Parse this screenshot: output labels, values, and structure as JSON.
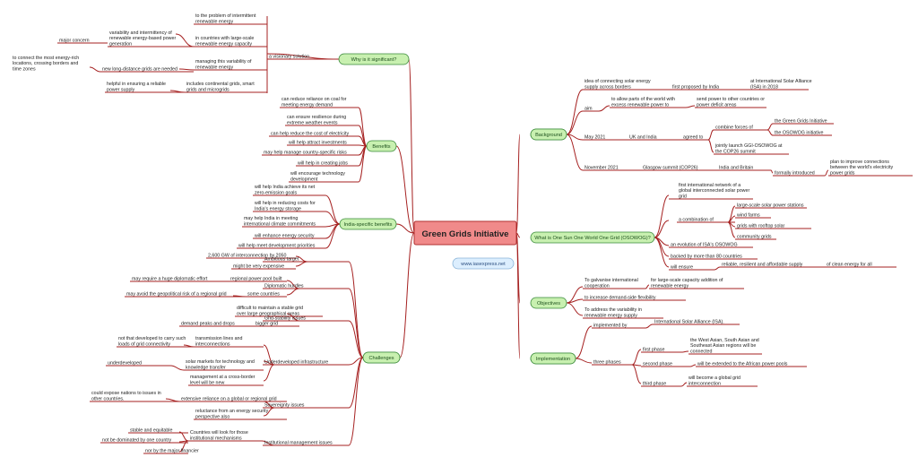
{
  "colors": {
    "edge": "#a52020",
    "root_fill": "#f08a8a",
    "root_border": "#b03030",
    "topic_fill": "#c8f0b0",
    "topic_border": "#3a8a3a",
    "link_fill": "#dceefe",
    "link_border": "#8ab4d8",
    "link_text": "#2c4f80"
  },
  "root": "Green Grids Initiative",
  "website": "www.iasexpress.net",
  "topics": {
    "why": "Why is it significant?",
    "benefits": "Benefits",
    "india": "India-specific benefits",
    "challenges": "Challenges",
    "background": "Background",
    "osowog": "What is One Sun One World One Grid (OSOWOG)?",
    "objectives": "Objectives",
    "implementation": "Implementation"
  },
  "why": {
    "visionary": "a visionary solution",
    "problem": [
      "to the problem of intermittent",
      "renewable energy"
    ],
    "variability": [
      "variability and intermittency of",
      "renewable energy-based power",
      "generation"
    ],
    "major_concern": "major concern",
    "large_scale": [
      "in countries with large-scale",
      "renewable energy capacity"
    ],
    "managing": [
      "managing this variability of",
      "renewable energy"
    ],
    "connect": [
      "to connect the most energy-rich",
      "locations, crossing borders and",
      "time zones"
    ],
    "long_distance": "new long-distance grids are needed",
    "helpful": [
      "helpful in ensuring a reliable",
      "power supply"
    ],
    "includes": [
      "includes continental grids, smart",
      "grids and microgrids"
    ]
  },
  "benefits": {
    "coal": [
      "can reduce reliance on coal for",
      "meeting energy demand"
    ],
    "resilience": [
      "can ensure resilience during",
      "extreme weather events"
    ],
    "cost": "can help reduce the cost of electricity",
    "investments": "will help attract investments",
    "risks": "may help manage country-specific risks",
    "jobs": "will help in creating jobs",
    "tech": [
      "will encourage technology",
      "development"
    ]
  },
  "india": {
    "net_zero": [
      "will help India achieve its net",
      "zero-emission goals"
    ],
    "storage": [
      "will help in reducing costs for",
      "India's energy storage"
    ],
    "climate": [
      "may help India in meeting",
      "international climate commitments"
    ],
    "security": "will enhance energy security",
    "priorities": "will help meet development priorities"
  },
  "challenges": {
    "ambitious": "Ambitious target",
    "gw": "2,600 GW of interconnection by 2050",
    "expensive": "might be very expensive",
    "diplomatic": "Diplomatic hurdles",
    "regional_pool": "regional power pool built",
    "huge_effort": "may require a huge diplomatic effort",
    "some_countries": "some countries",
    "avoid_risk": "may avoid the geopolitical risk of a regional grid",
    "grid_stability": "Grid-stability issues",
    "difficult": [
      "difficult to maintain a stable grid",
      "over large geographical areas"
    ],
    "bigger_grid": "bigger grid",
    "demand_peaks": "demand peaks and drops",
    "infrastructure": "Underdeveloped infrastructure",
    "not_developed": [
      "not that developed to carry such",
      "loads of grid connectivity"
    ],
    "transmission": [
      "transmission lines and",
      "interconnections"
    ],
    "underdeveloped": "underdeveloped",
    "solar_markets": [
      "solar markets for technology and",
      "knowledge transfer"
    ],
    "management": [
      "management at a cross-border",
      "level will be new"
    ],
    "sovereignty": "Sovereignty issues",
    "expose": [
      "could expose nations to issues in",
      "other countries."
    ],
    "reliance": "extensive reliance on a global or regional grid",
    "reluctance": [
      "reluctance from an energy security",
      "perspective also"
    ],
    "institutional": "Institutional management issues",
    "look_for": [
      "Countries will look for those",
      "institutional mechanisms"
    ],
    "stable": "stable and equitable",
    "not_one": "not be dominated by one country",
    "financier": "nor by the major financier"
  },
  "background": {
    "idea": [
      "idea of connecting solar energy",
      "supply across borders"
    ],
    "proposed": "first proposed by India",
    "isa_2018": [
      "at International Solar Alliance",
      "(ISA) in 2018"
    ],
    "aim": "aim",
    "allow": [
      "to allow parts of the world with",
      "excess renewable power to"
    ],
    "send": [
      "send power to other countries or",
      "power deficit areas"
    ],
    "may2021": "May 2021",
    "uk_india": "UK and India",
    "agreed": "agreed to",
    "combine": "combine forces of",
    "ggi": "the Green Grids Initiative",
    "osowog_init": "the OSOWOG initiative",
    "jointly": [
      "jointly launch GGI-OSOWOG at",
      "the COP26 summit"
    ],
    "nov2021": "November 2021",
    "glasgow": "Glasgow summit (COP26)",
    "india_britain": "India and Britain",
    "formally": "formally introduced",
    "plan": [
      "plan to improve connections",
      "between the world's electricity",
      "power grids"
    ]
  },
  "osowog": {
    "first_network": [
      "first international network of a",
      "global interconnected solar power",
      "grid"
    ],
    "combination": "a combination of",
    "solar_stations": "large-scale solar power stations",
    "wind": "wind farms",
    "rooftop": "grids with rooftop solar",
    "community": "community grids",
    "evolution": "an evolution of ISA's OSOWOG",
    "backed": "backed by more than 80 countries",
    "ensure": "will ensure",
    "reliable": "reliable, resilient and affordable supply",
    "clean": "of clean energy for all"
  },
  "objectives": {
    "galvanise": [
      "To galvanise international",
      "cooperation"
    ],
    "large_scale": [
      "for large-scale capacity addition of",
      "renewable energy"
    ],
    "flexibility": "to increase demand-side flexibility",
    "variability": [
      "To address the variability in",
      "renewable energy supply"
    ]
  },
  "implementation": {
    "implemented_by": "implemented by",
    "isa": "International Solar Alliance (ISA).",
    "three_phases": "three phases",
    "first_phase": "first phase",
    "first_detail": [
      "the West Asian, South Asian and",
      "Southeast Asian regions will be",
      "connected"
    ],
    "second_phase": "second phase",
    "second_detail": "will be extended to the African power pools",
    "third_phase": "third phase",
    "third_detail": [
      "will become a global grid",
      "interconnection"
    ]
  }
}
